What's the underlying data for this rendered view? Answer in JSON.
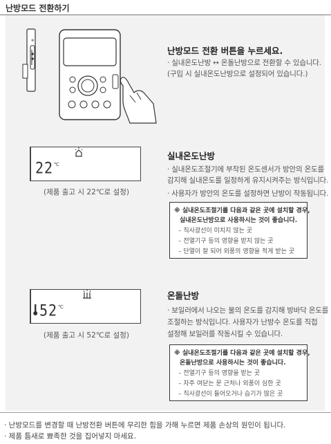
{
  "header": {
    "title": "난방모드 전환하기"
  },
  "section_switch": {
    "heading": "난방모드 전환 버튼을 누르세요.",
    "lines": [
      "· 실내온도난방 ↔ 온돌난방으로 전환할 수 있습니다.",
      "(구입 시 실내온도난방으로 설정되어 있습니다.)"
    ]
  },
  "section_indoor": {
    "heading": "실내온도난방",
    "lines": [
      "· 실내온도조절기에 부착된 온도센서가 방안의 온도를",
      "감지해 실내온도를 일정하게 유지시켜주는 방식입니다.",
      "· 사용자가 방안의 온도를 설정하면 난방이 작동됩니다."
    ],
    "box": {
      "bold_lines": [
        "※ 실내온도조절기를 다음과 같은 곳에 설치할 경우,",
        "실내온도난방으로 사용하시는 것이 좋습니다."
      ],
      "items": [
        "– 직사광선이 미치지 않는 곳",
        "– 전열기구 등의 영향을 받지 않는 곳",
        "– 단열이 잘 되어 외풍의 영향을 적게 받는 곳"
      ]
    },
    "display": {
      "temp": "22",
      "unit": "℃"
    },
    "caption": "(제품 출고 시 22℃로 설정)"
  },
  "section_ondol": {
    "heading": "온돌난방",
    "lines": [
      "· 보일러에서 나오는 물의 온도를 감지해 방바닥 온도를",
      "조절하는 방식입니다. 사용자가 난방수 온도를 직접",
      "설정해 보일러를 작동시킬 수 있습니다."
    ],
    "box": {
      "bold_lines": [
        "※ 실내온도조절기를 다음과 같은 곳에 설치할 경우,",
        "온돌난방으로 사용하시는 것이 좋습니다."
      ],
      "items": [
        "– 전열기구 등의 영향을 받는 곳",
        "– 자주 여닫는 문 근처나 외풍이 심한 곳",
        "– 직사광선이 들어오거나 습기가 많은 곳"
      ]
    },
    "display": {
      "temp": "52",
      "unit": "℃"
    },
    "caption": "(제품 출고 시 52℃로 설정)"
  },
  "footer_notes": [
    "· 난방모드를 변경할 때 난방전환 버튼에 무리한 힘을 가해 누르면 제품 손상의 원인이 됩니다.",
    "· 제품 틈새로 뾰족한 것을 집어넣지 마세요."
  ],
  "icons": {
    "illustration": "thermostat-hand-press-illustration",
    "indoor_mode": "house-icon",
    "ondol_mode": "floor-heating-icon",
    "thermometer": "thermometer-icon"
  }
}
